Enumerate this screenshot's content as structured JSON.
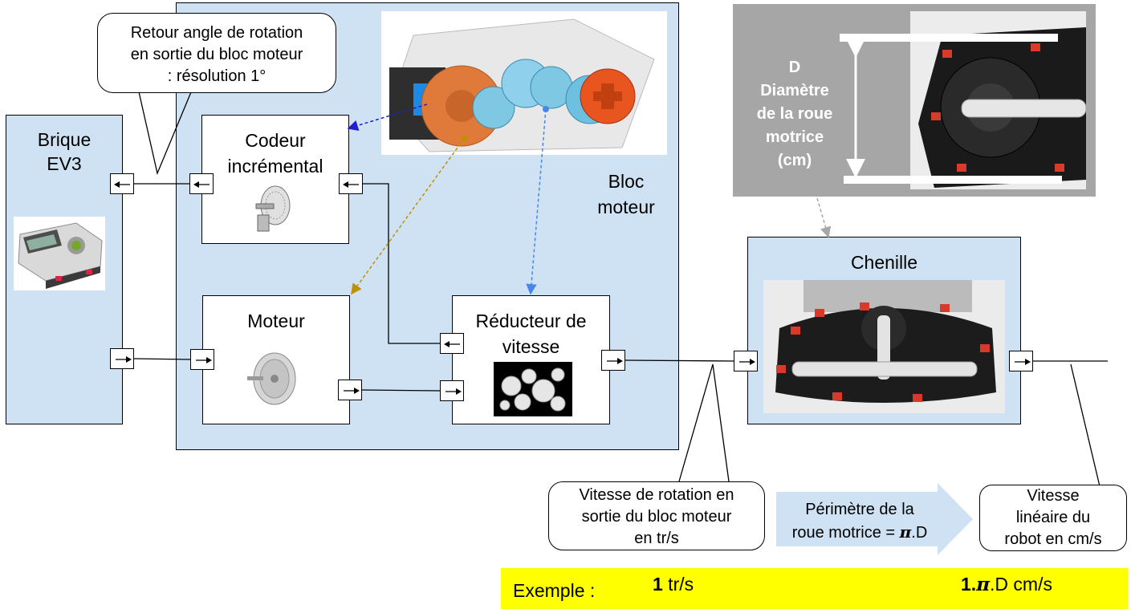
{
  "brique": {
    "label_line1": "Brique",
    "label_line2": "EV3"
  },
  "bloc_moteur": {
    "label_line1": "Bloc",
    "label_line2": "moteur"
  },
  "codeur": {
    "label_line1": "Codeur",
    "label_line2": "incrémental"
  },
  "moteur": {
    "label": "Moteur"
  },
  "reducteur": {
    "label_line1": "Réducteur de",
    "label_line2": "vitesse"
  },
  "chenille": {
    "label": "Chenille"
  },
  "callout_retour": {
    "line1": "Retour angle de rotation",
    "line2": "en sortie du bloc moteur",
    "line3": ": résolution 1°"
  },
  "diametre": {
    "line1": "D",
    "line2": "Diamètre",
    "line3": "de la roue",
    "line4": "motrice",
    "line5": "(cm)"
  },
  "callout_vitesse_rotation": {
    "line1": "Vitesse de rotation en",
    "line2": "sortie du bloc moteur",
    "line3": "en tr/s"
  },
  "perimetre": {
    "line1": "Périmètre de la",
    "line2": "roue motrice = ",
    "pi": "π",
    "suffix": ".D"
  },
  "callout_vitesse_lineaire": {
    "line1": "Vitesse",
    "line2": "linéaire du",
    "line3": "robot en cm/s"
  },
  "exemple": {
    "label": "Exemple :",
    "left_bold": "1",
    "left_rest": " tr/s",
    "right_bold": "1.",
    "right_pi": "π",
    "right_rest": ".D cm/s"
  },
  "colors": {
    "panel_blue": "#cfe2f3",
    "example_yellow": "#ffff00",
    "arrow_dark_blue": "#1f1fcc",
    "arrow_light_blue": "#4a86e8",
    "arrow_gold": "#bf9000",
    "arrow_gray": "#a6a6a6",
    "diameter_panel": "#a6a6a6"
  }
}
